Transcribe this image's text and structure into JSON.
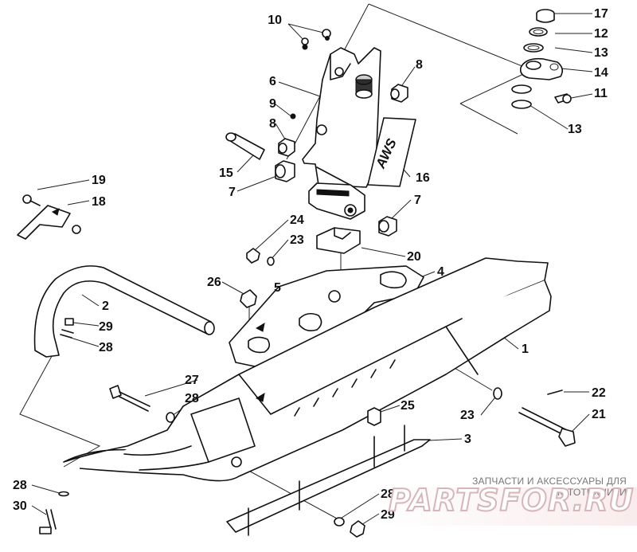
{
  "diagram": {
    "callouts": [
      {
        "id": "c10",
        "text": "10"
      },
      {
        "id": "c17",
        "text": "17"
      },
      {
        "id": "c12",
        "text": "12"
      },
      {
        "id": "c13a",
        "text": "13"
      },
      {
        "id": "c14",
        "text": "14"
      },
      {
        "id": "c11",
        "text": "11"
      },
      {
        "id": "c13b",
        "text": "13"
      },
      {
        "id": "c8a",
        "text": "8"
      },
      {
        "id": "c6",
        "text": "6"
      },
      {
        "id": "c9",
        "text": "9"
      },
      {
        "id": "c8b",
        "text": "8"
      },
      {
        "id": "c15",
        "text": "15"
      },
      {
        "id": "c16",
        "text": "16"
      },
      {
        "id": "c7a",
        "text": "7"
      },
      {
        "id": "c7b",
        "text": "7"
      },
      {
        "id": "c19",
        "text": "19"
      },
      {
        "id": "c18",
        "text": "18"
      },
      {
        "id": "c24",
        "text": "24"
      },
      {
        "id": "c23a",
        "text": "23"
      },
      {
        "id": "c20",
        "text": "20"
      },
      {
        "id": "c4",
        "text": "4"
      },
      {
        "id": "c26",
        "text": "26"
      },
      {
        "id": "c5",
        "text": "5"
      },
      {
        "id": "c2",
        "text": "2"
      },
      {
        "id": "c29a",
        "text": "29"
      },
      {
        "id": "c28a",
        "text": "28"
      },
      {
        "id": "c1",
        "text": "1"
      },
      {
        "id": "c27",
        "text": "27"
      },
      {
        "id": "c28b",
        "text": "28"
      },
      {
        "id": "c22",
        "text": "22"
      },
      {
        "id": "c23b",
        "text": "23"
      },
      {
        "id": "c21",
        "text": "21"
      },
      {
        "id": "c25",
        "text": "25"
      },
      {
        "id": "c3",
        "text": "3"
      },
      {
        "id": "c28c",
        "text": "28"
      },
      {
        "id": "c30",
        "text": "30"
      },
      {
        "id": "c28d",
        "text": "28"
      },
      {
        "id": "c29b",
        "text": "29"
      }
    ],
    "spindle_decal_text": "AWS"
  },
  "watermark": {
    "subtitle": "ЗАПЧАСТИ И АКСЕССУАРЫ ДЛЯ МОТОТЕХНИКИ",
    "logo": "PARTSFOR.RU"
  }
}
